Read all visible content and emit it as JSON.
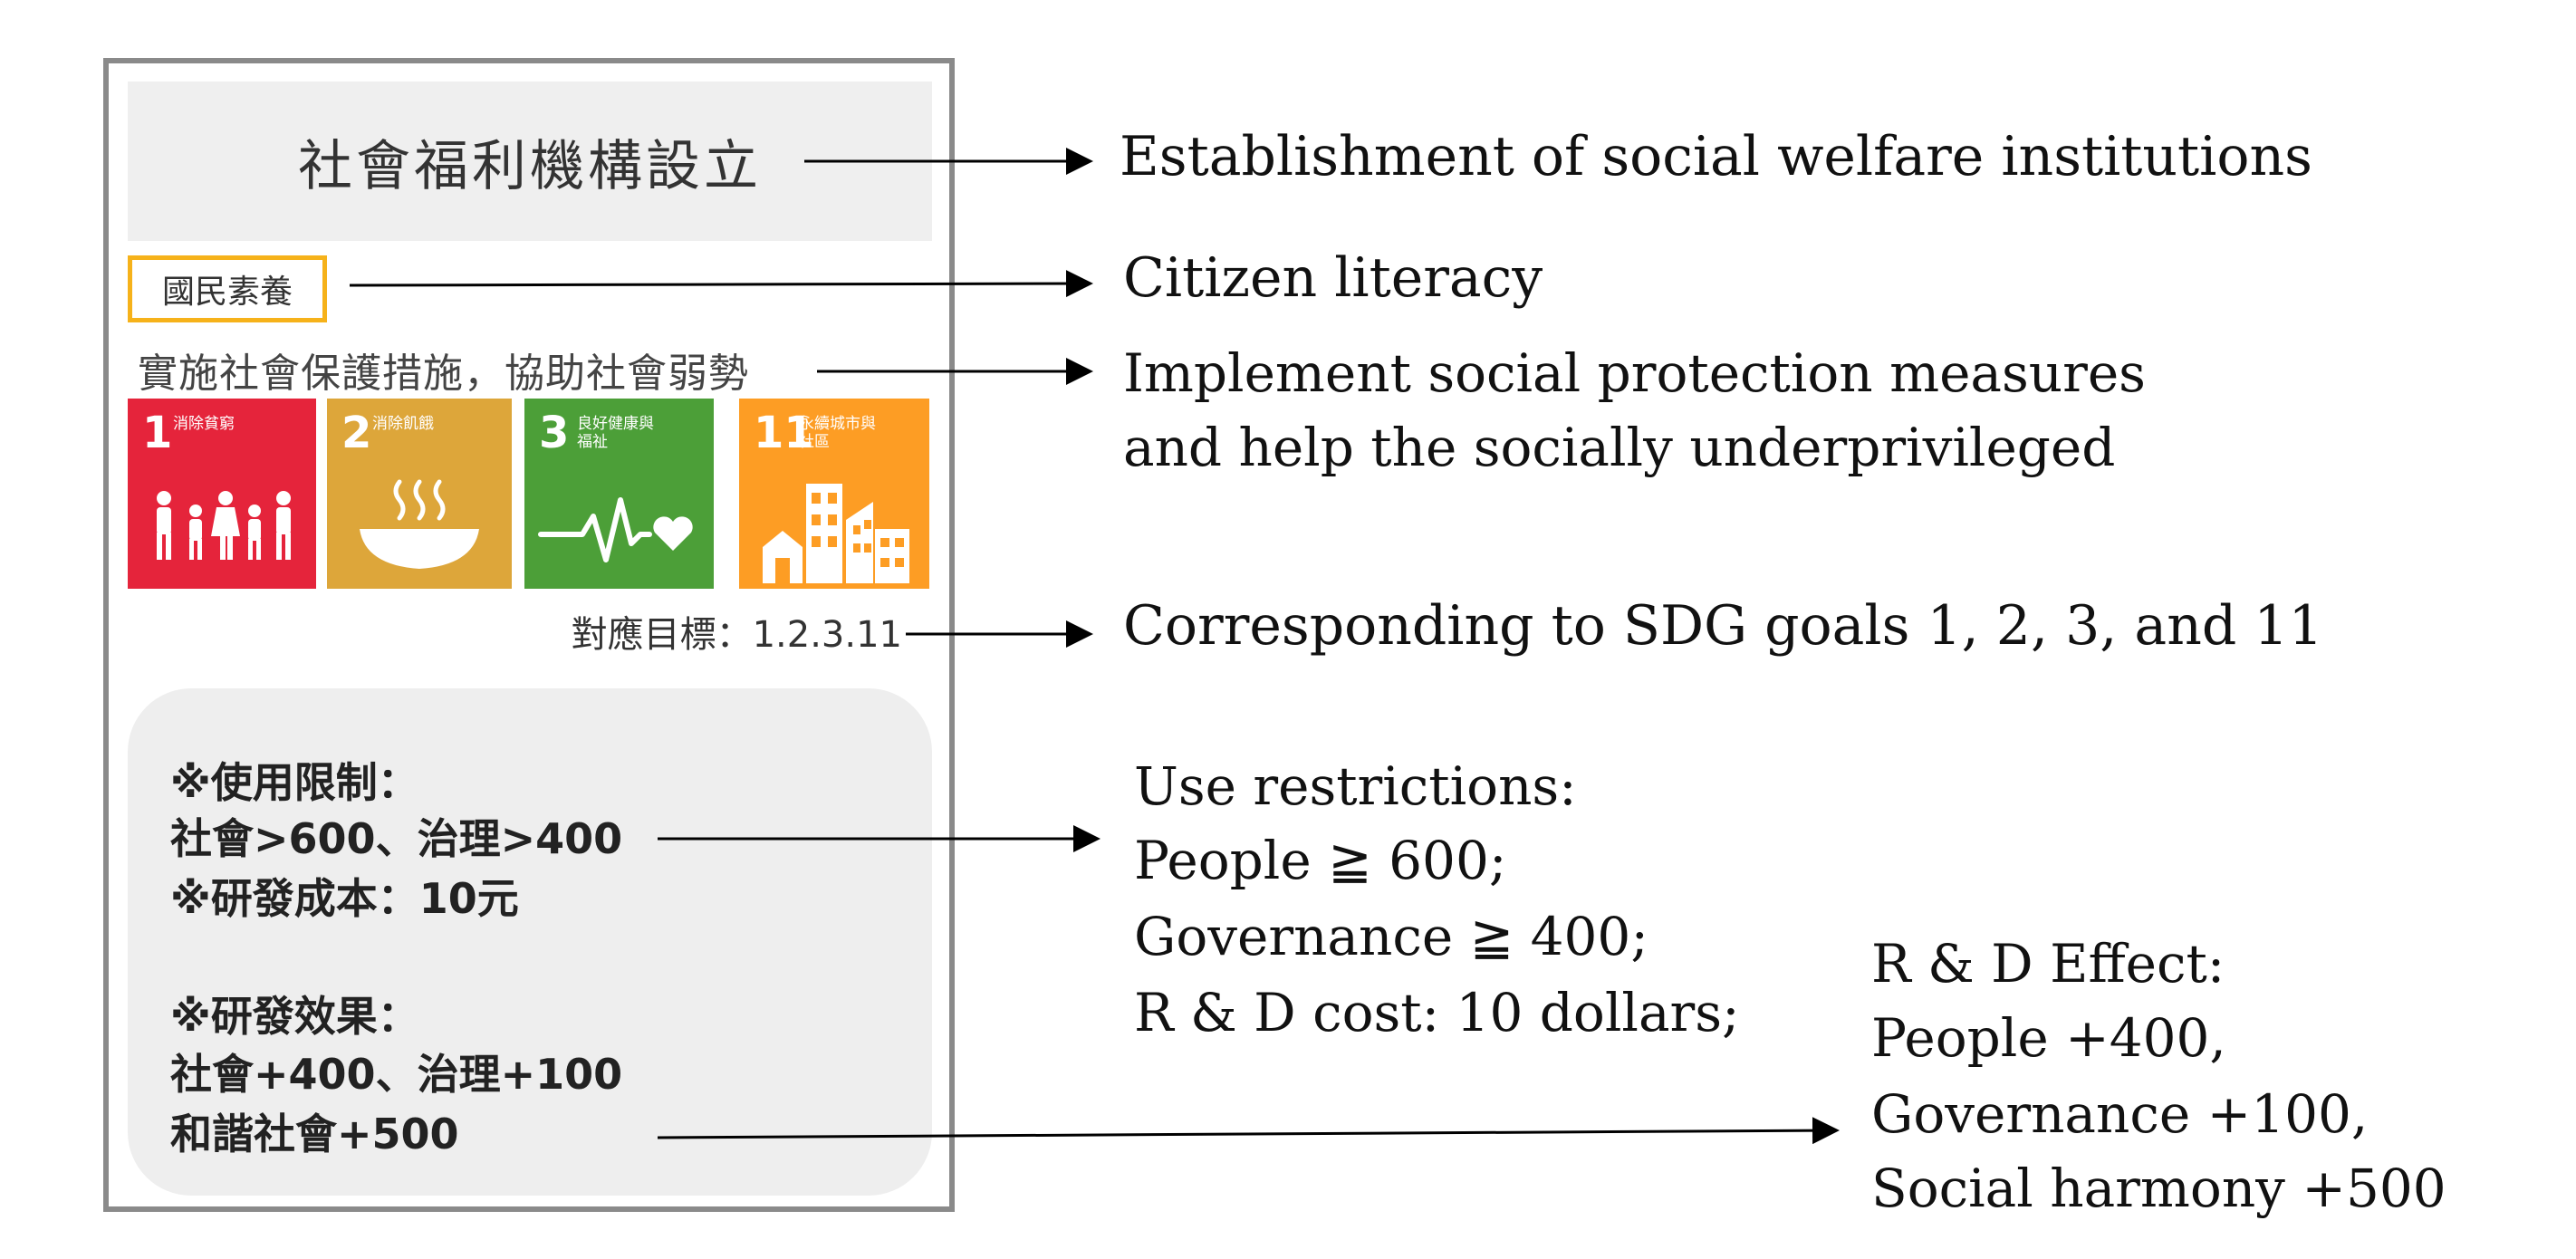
{
  "card": {
    "title": "社會福利機構設立",
    "tag": "國民素養",
    "subtitle": "實施社會保護措施，協助社會弱勢",
    "sdg_tiles": [
      {
        "number": "1",
        "label": "消除貧窮",
        "color": "#e5243b",
        "icon": "family-icon"
      },
      {
        "number": "2",
        "label": "消除飢餓",
        "color": "#dda63a",
        "icon": "bowl-icon"
      },
      {
        "number": "3",
        "label": "良好健康與福祉",
        "color": "#4c9f38",
        "icon": "heartbeat-icon"
      },
      {
        "number": "11",
        "label": "永續城市與社區",
        "color": "#fd9d24",
        "icon": "city-icon"
      }
    ],
    "target": "對應目標：1.2.3.11",
    "restrictions_heading": "※使用限制：",
    "restrictions": "社會>600、治理>400",
    "cost": "※研發成本：10元",
    "effect_heading": "※研發效果：",
    "effect_line1": "社會+400、治理+100",
    "effect_line2": "和諧社會+500"
  },
  "annotations": {
    "title_en": "Establishment of social welfare institutions",
    "tag_en": "Citizen literacy",
    "subtitle_en_line1": "Implement social protection measures",
    "subtitle_en_line2": "and help the socially underprivileged",
    "target_en": "Corresponding to SDG goals 1, 2, 3, and 11",
    "restrictions_en": [
      "Use restrictions:",
      "People ≧ 600;",
      "Governance ≧ 400;",
      "R & D cost: 10 dollars;"
    ],
    "effect_en": [
      "R & D Effect:",
      "People +400,",
      "Governance +100,",
      "Social harmony +500"
    ]
  },
  "colors": {
    "card_border": "#8a8a8a",
    "tag_border": "#f6b21a",
    "panel_bg": "#eeeeee"
  }
}
